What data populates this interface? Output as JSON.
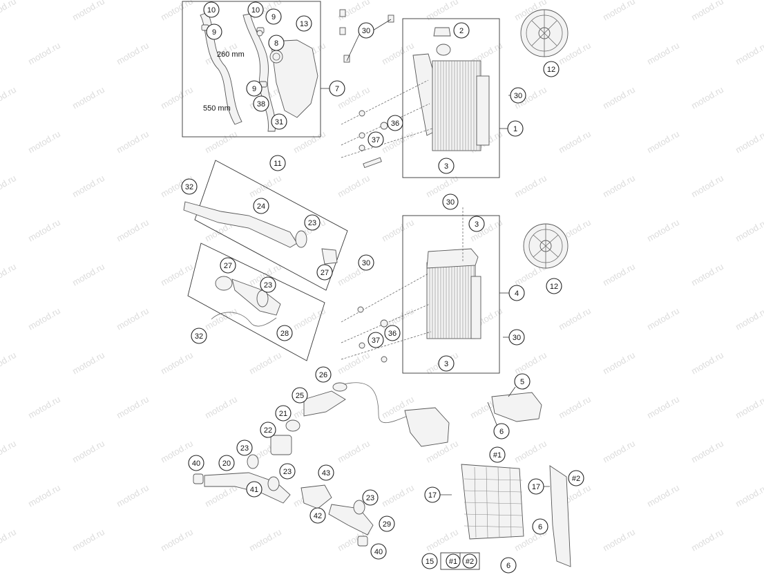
{
  "watermark": "motod.ru",
  "dimensions": {
    "short_hose": "260 mm",
    "long_hose": "550 mm"
  },
  "callouts": {
    "c1": "1",
    "c2": "2",
    "c3": "3",
    "c4": "4",
    "c5": "5",
    "c6": "6",
    "c7": "7",
    "c8": "8",
    "c9": "9",
    "c10": "10",
    "c11": "11",
    "c12": "12",
    "c13": "13",
    "c15": "15",
    "c17": "17",
    "c20": "20",
    "c21": "21",
    "c22": "22",
    "c23": "23",
    "c24": "24",
    "c25": "25",
    "c26": "26",
    "c27": "27",
    "c28": "28",
    "c29": "29",
    "c30": "30",
    "c31": "31",
    "c32": "32",
    "c36": "36",
    "c37": "37",
    "c38": "38",
    "c40": "40",
    "c41": "41",
    "c42": "42",
    "c43": "43",
    "ref1": "#1",
    "ref2": "#2"
  }
}
